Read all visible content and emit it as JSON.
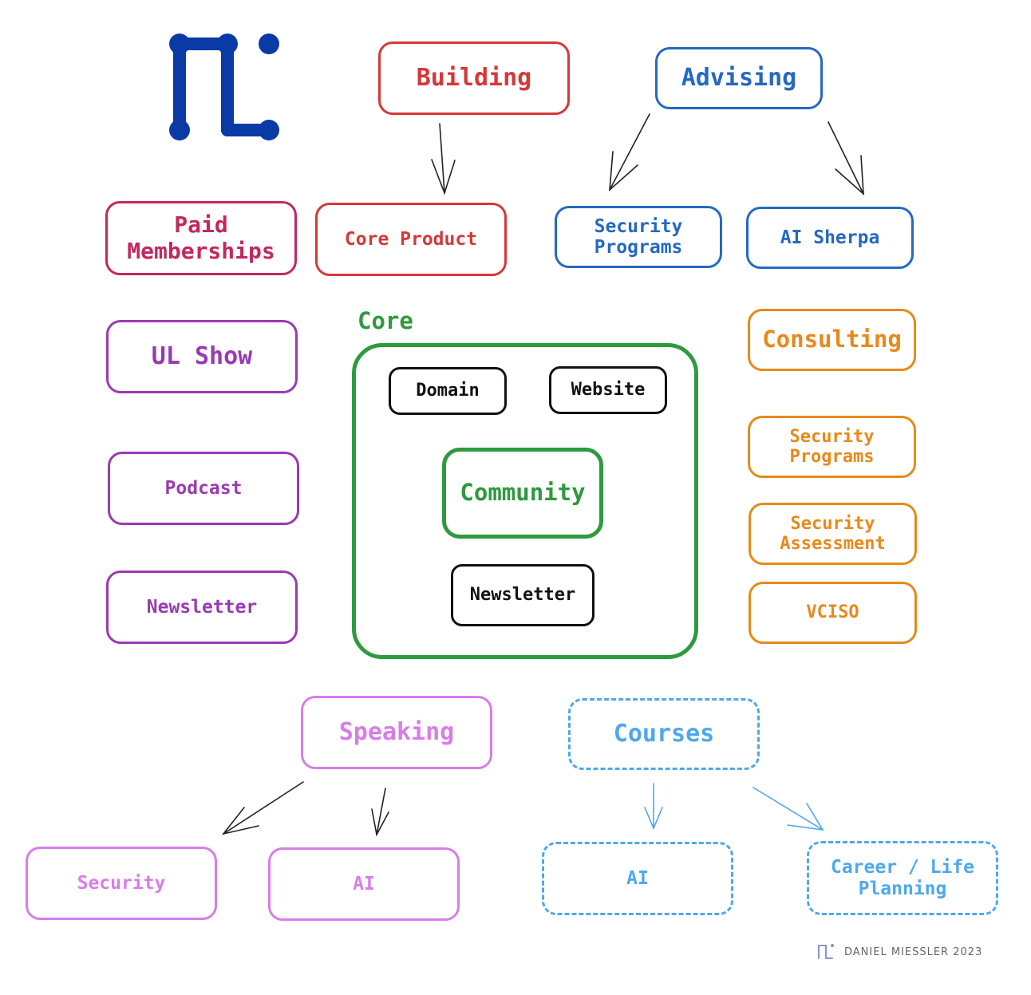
{
  "colors": {
    "logo": "#0a3aa6",
    "building": "#d63838",
    "paid": "#c2285e",
    "advising": "#2469c2",
    "consulting": "#e8891a",
    "purple": "#9a3ab3",
    "core": "#2e9a3e",
    "speaking": "#d87de8",
    "courses": "#4ea8ec",
    "black": "#111111"
  },
  "top": {
    "building": "Building",
    "core_product": "Core Product",
    "advising": "Advising",
    "security_programs": "Security\nPrograms",
    "ai_sherpa": "AI Sherpa",
    "paid_memberships": "Paid\nMemberships"
  },
  "left": {
    "ul_show": "UL Show",
    "podcast": "Podcast",
    "newsletter": "Newsletter"
  },
  "core": {
    "label": "Core",
    "domain": "Domain",
    "website": "Website",
    "community": "Community",
    "newsletter": "Newsletter"
  },
  "right": {
    "consulting": "Consulting",
    "security_programs": "Security\nPrograms",
    "security_assessment": "Security\nAssessment",
    "vciso": "VCISO"
  },
  "bottom": {
    "speaking": "Speaking",
    "security": "Security",
    "ai_left": "AI",
    "courses": "Courses",
    "ai_right": "AI",
    "career": "Career / Life\nPlanning"
  },
  "footer": {
    "credit": "DANIEL MIESSLER 2023"
  }
}
